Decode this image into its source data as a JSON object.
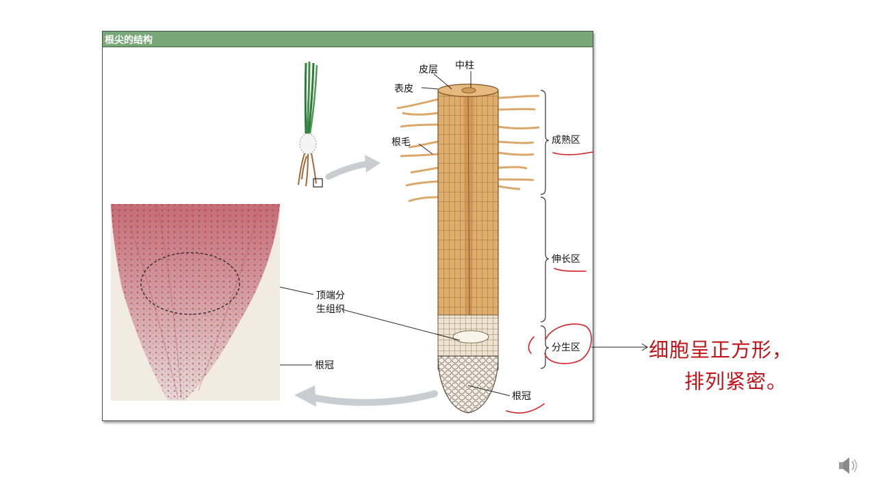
{
  "figure": {
    "title": "根尖的结构",
    "labels": {
      "cortex": "皮层",
      "stele": "中柱",
      "epidermis": "表皮",
      "root_hair": "根毛",
      "maturation_zone": "成熟区",
      "elongation_zone": "伸长区",
      "meristem_zone": "分生区",
      "root_cap": "根冠",
      "apical_meristem_line1": "顶端分",
      "apical_meristem_line2": "生组织",
      "micro_root_cap": "根冠"
    }
  },
  "annotation": {
    "line1": "细胞呈正方形，",
    "line2": "排列紧密。",
    "color": "#c0141a"
  },
  "icons": [
    "speaker-icon"
  ]
}
